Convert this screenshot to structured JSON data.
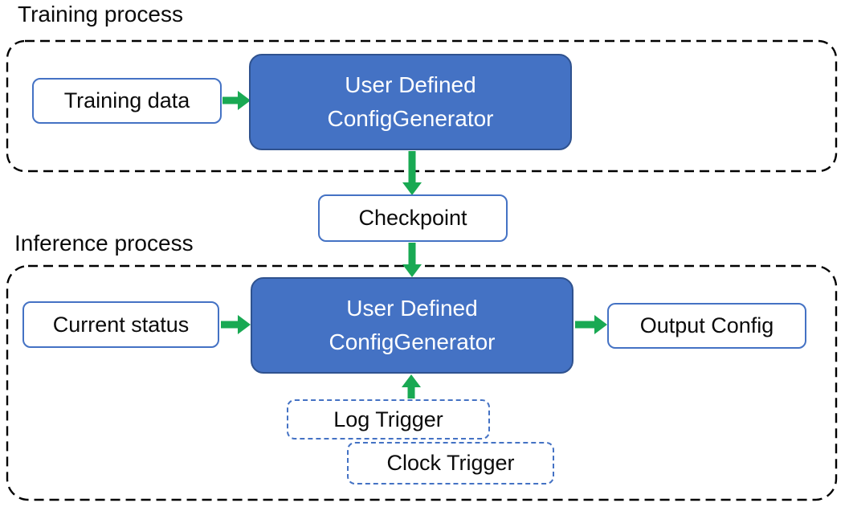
{
  "colors": {
    "background": "#FFFFFF",
    "container_border": "#000000",
    "generator_fill": "#4472C4",
    "generator_border": "#2F528F",
    "io_box_border": "#4472C4",
    "trigger_border": "#4472C4",
    "arrow_green": "#19A953",
    "text_dark": "#0B0B0B",
    "text_light": "#FFFFFF"
  },
  "training": {
    "label": "Training process",
    "input": "Training data",
    "generator": {
      "line1": "User Defined",
      "line2": "ConfigGenerator"
    }
  },
  "checkpoint": "Checkpoint",
  "inference": {
    "label": "Inference process",
    "input": "Current status",
    "generator": {
      "line1": "User Defined",
      "line2": "ConfigGenerator"
    },
    "output": "Output Config",
    "triggers": {
      "log": "Log Trigger",
      "clock": "Clock Trigger"
    }
  }
}
